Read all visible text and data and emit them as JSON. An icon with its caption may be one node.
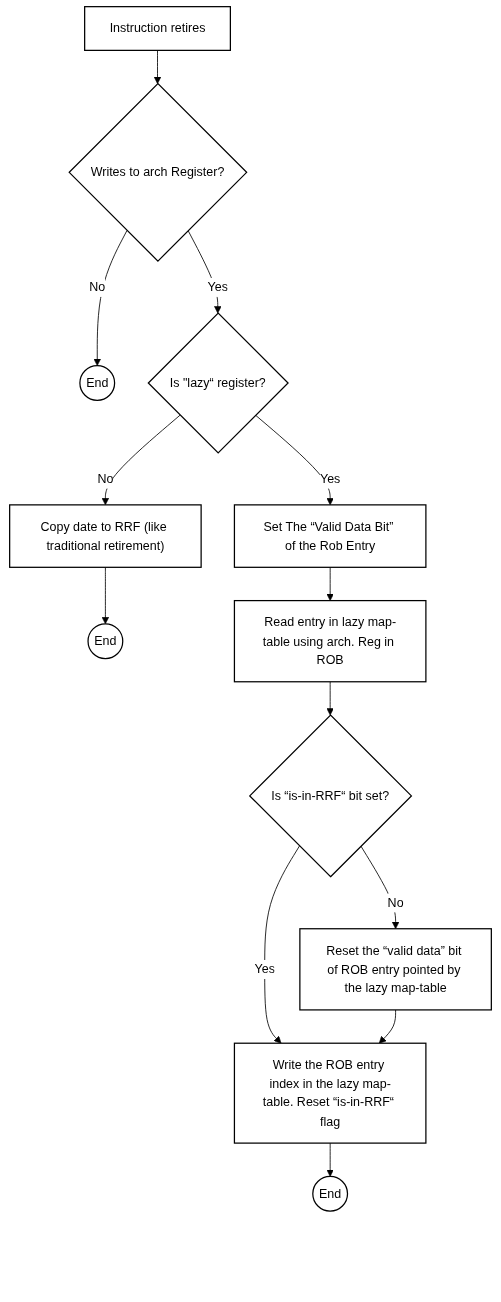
{
  "diagram": {
    "nodes": [
      {
        "text": [
          "Instruction retires"
        ]
      },
      {
        "text": [
          "Writes to arch Register?"
        ]
      },
      {
        "text": [
          "End"
        ]
      },
      {
        "text": [
          "Is \"lazy“ register?"
        ]
      },
      {
        "text": [
          "Copy date to RRF (like traditional retirement)"
        ]
      },
      {
        "text": [
          "End"
        ]
      },
      {
        "text": [
          "Set The “Valid Data Bit” of the Rob Entry"
        ]
      },
      {
        "text": [
          "Read entry in lazy map-table using arch. Reg in ROB"
        ]
      },
      {
        "text": [
          "Is “is-in-RRF“ bit set?"
        ]
      },
      {
        "text": [
          "Reset the “valid data” bit of ROB entry pointed by the lazy map-table"
        ]
      },
      {
        "text": [
          "Write the ROB entry index in the lazy map-table. Reset “is-in-RRF“ flag"
        ]
      },
      {
        "text": [
          "End"
        ]
      }
    ],
    "edges": [
      {
        "from": 0,
        "to": 1,
        "arrow": "to"
      },
      {
        "from": 1,
        "to": 2,
        "label": "No",
        "arrow": "to"
      },
      {
        "from": 1,
        "to": 3,
        "label": "Yes",
        "arrow": "to"
      },
      {
        "from": 3,
        "to": 4,
        "label": "No",
        "arrow": "to"
      },
      {
        "from": 4,
        "to": 5,
        "arrow": "to"
      },
      {
        "from": 3,
        "to": 6,
        "label": "Yes",
        "arrow": "to"
      },
      {
        "from": 6,
        "to": 7,
        "arrow": "to"
      },
      {
        "from": 7,
        "to": 8,
        "arrow": "to"
      },
      {
        "from": 8,
        "to": 9,
        "label": "No",
        "arrow": "to"
      },
      {
        "from": 8,
        "to": 10,
        "label": "Yes",
        "arrow": "to"
      },
      {
        "from": 9,
        "to": 10,
        "arrow": "to"
      },
      {
        "from": 10,
        "to": 11,
        "arrow": "to"
      }
    ]
  }
}
